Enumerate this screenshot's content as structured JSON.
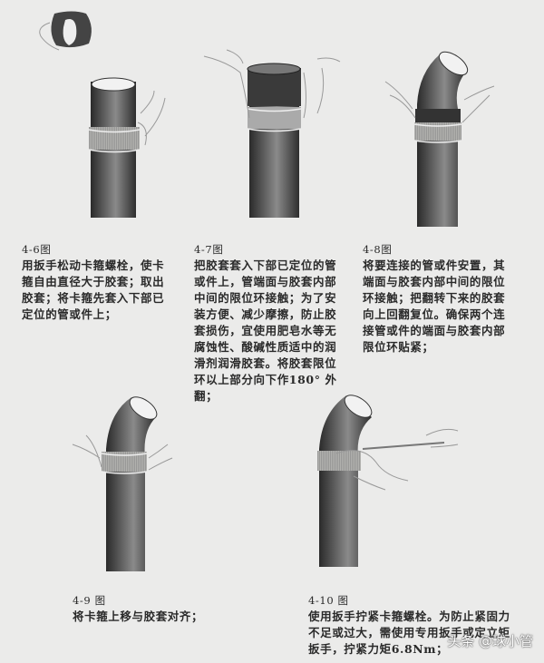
{
  "steps": [
    {
      "fig": "4-6图",
      "text": "用扳手松动卡箍螺栓，使卡箍自由直径大于胶套；取出胶套；将卡箍先套入下部已定位的管或件上；"
    },
    {
      "fig": "4-7图",
      "text": "把胶套套入下部已定位的管或件上，管端面与胶套内部中间的限位环接触；为了安装方便、减少摩擦，防止胶套损伤，宜使用肥皂水等无腐蚀性、酸碱性质适中的润滑剂润滑胶套。将胶套限位环以上部分向下作180° 外翻；"
    },
    {
      "fig": "4-8图",
      "text": "将要连接的管或件安置，其端面与胶套内部中间的限位环接触；把翻转下来的胶套向上回翻复位。确保两个连接管或件的端面与胶套内部限位环贴紧；"
    },
    {
      "fig": "4-9 图",
      "text": "将卡箍上移与胶套对齐；"
    },
    {
      "fig": "4-10 图",
      "text": "使用扳手拧紧卡箍螺栓。为防止紧固力不足或过大，需使用专用扳手或定立矩扳手，拧紧力矩6.8Nm；"
    }
  ],
  "watermark": "头条 @球小管",
  "colors": {
    "background": "#ebebea",
    "pipe_dark": "#2e2e2e",
    "pipe_light": "#8a8a8a",
    "clamp": "#b5b5b2",
    "text": "#2a2a2a"
  }
}
